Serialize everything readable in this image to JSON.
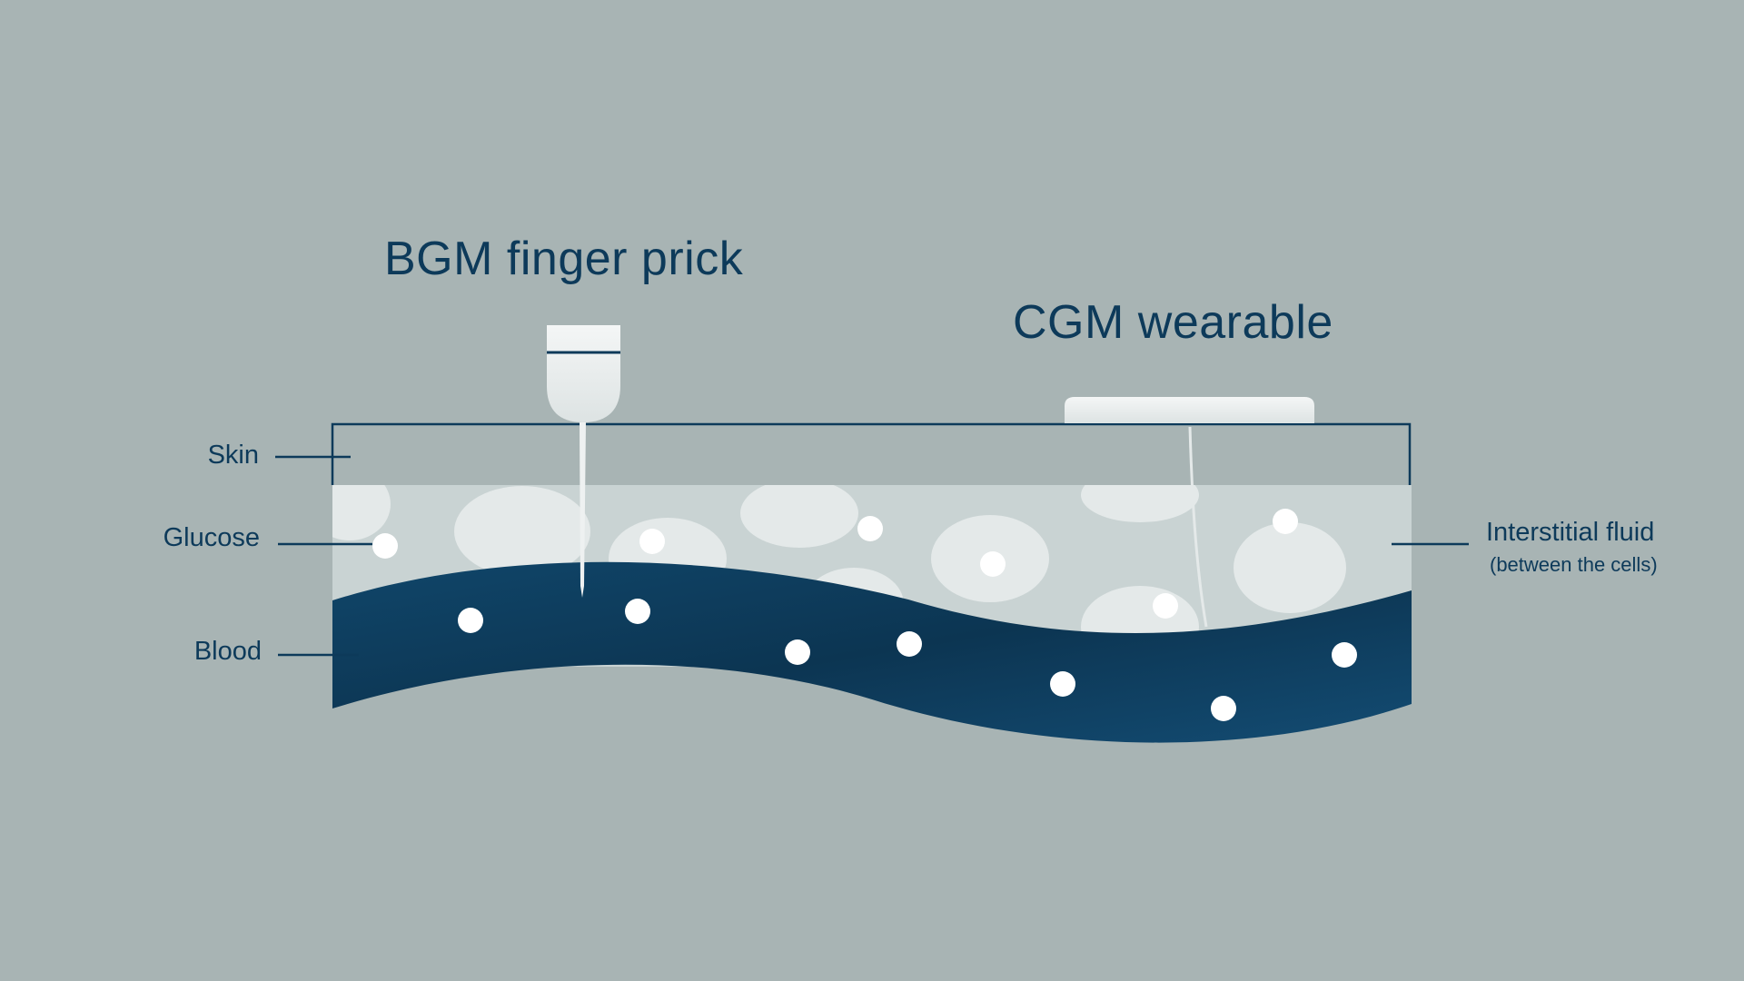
{
  "titles": {
    "bgm": "BGM finger prick",
    "cgm": "CGM wearable"
  },
  "labels": {
    "skin": "Skin",
    "glucose": "Glucose",
    "blood": "Blood",
    "interstitial": "Interstitial fluid",
    "interstitial_sub": "(between the cells)"
  },
  "colors": {
    "background": "#a8b4b4",
    "text": "#0d3a5a",
    "skin_outline": "#0d3a5a",
    "interstitial_fluid": "#c9d3d3",
    "cells": "#e4e9e9",
    "blood": "#0e3a58",
    "glucose": "#ffffff",
    "device": "#eef1f1"
  },
  "icons": {
    "lancet": "lancet-icon",
    "cgm_sensor": "cgm-sensor-icon",
    "glucose_dot": "glucose-dot-icon",
    "cell": "cell-icon"
  }
}
